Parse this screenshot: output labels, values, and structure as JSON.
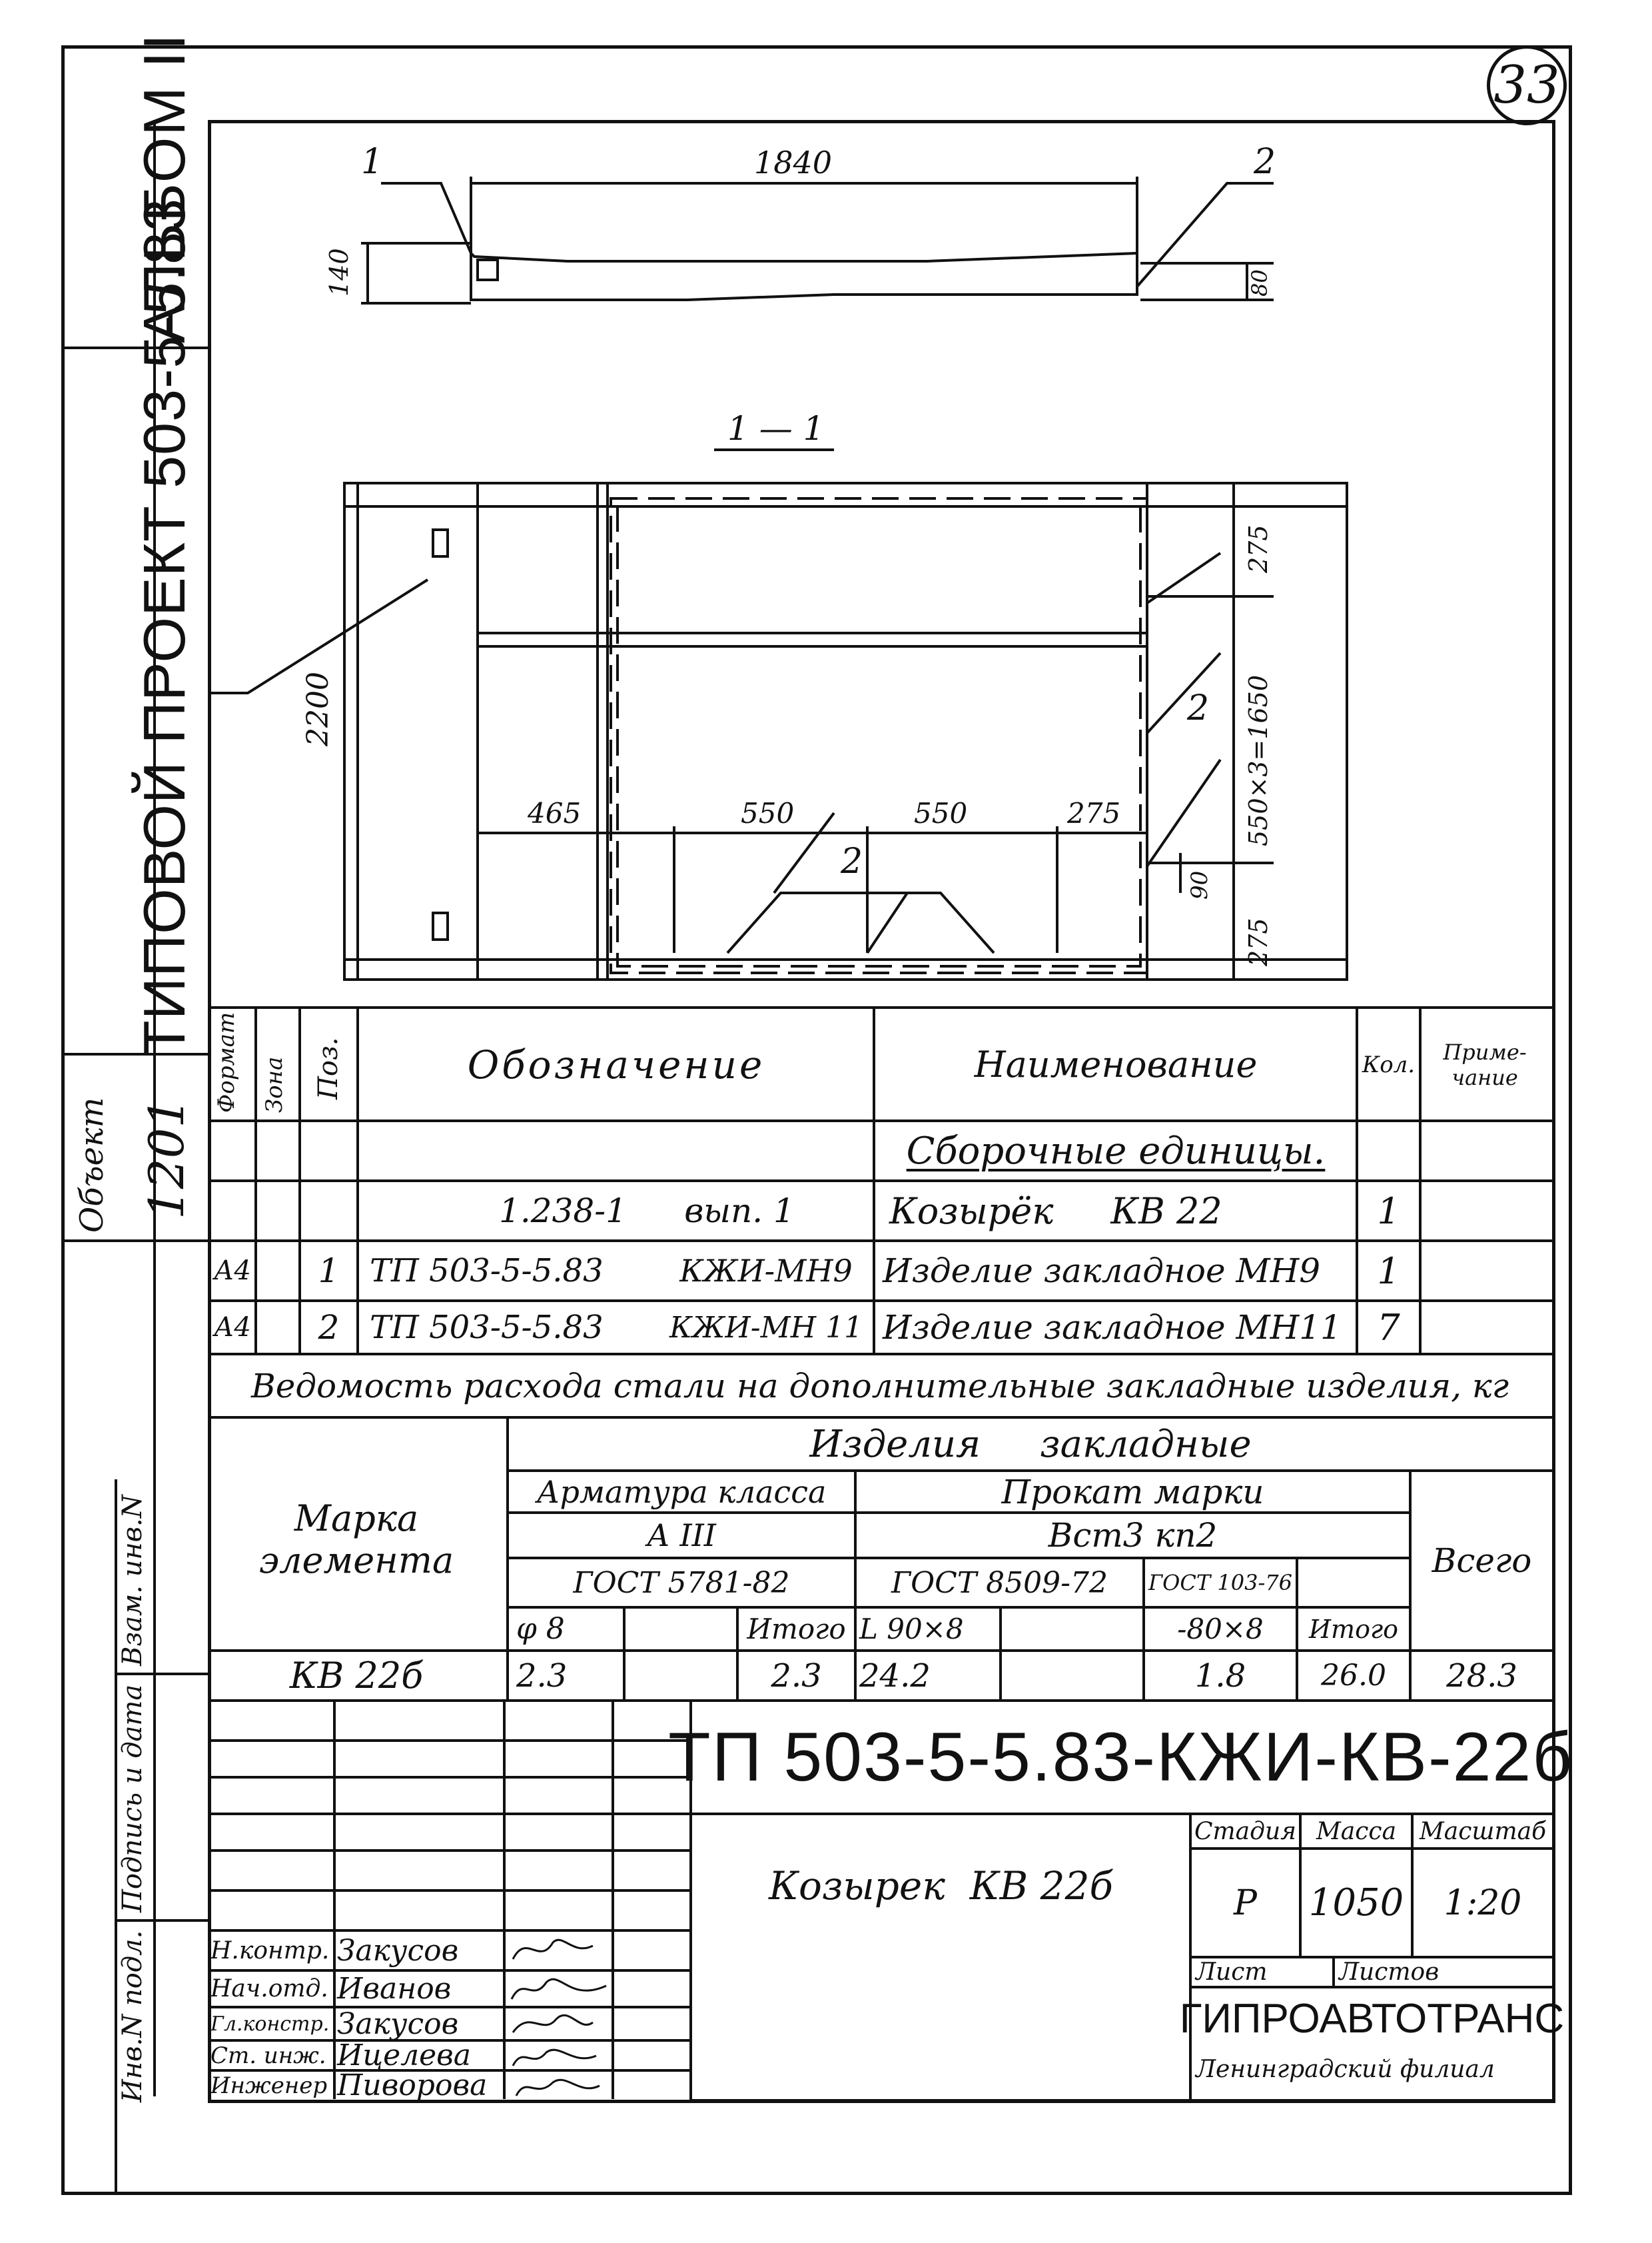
{
  "sheet_number": "33",
  "side": {
    "album": "АЛЬБОМ II",
    "project": "ТИПОВОЙ ПРОЕКТ 503-5-5.83",
    "object_label": "Объект",
    "object_value": "1201",
    "stamps": [
      "Взам. инв.N",
      "Подпись и дата",
      "Инв.N подл."
    ]
  },
  "drawing": {
    "top_dim": "1840",
    "left_dim": "140",
    "right_dim": "80",
    "leader_1": "1",
    "leader_2": "2",
    "section_title": "1 — 1",
    "height_dim": "2200",
    "dims_bottom": [
      "465",
      "550",
      "550",
      "275"
    ],
    "dims_right": [
      "275",
      "550×3=1650",
      "275"
    ],
    "dim_90": "90",
    "leader_1b": "1",
    "leader_2b": "2",
    "leader_2c": "2"
  },
  "spec": {
    "headers": [
      "Формат",
      "Зона",
      "Поз.",
      "Обозначение",
      "Наименование",
      "Кол.",
      "Приме-чание"
    ],
    "section_title": "Сборочные единицы.",
    "rows": [
      {
        "format": "",
        "zone": "",
        "pos": "",
        "designation": "1.238-1",
        "designation_extra": "вып. 1",
        "name": "Козырёк     КВ 22",
        "qty": "1",
        "note": ""
      },
      {
        "format": "А4",
        "zone": "",
        "pos": "1",
        "designation": "ТП 503-5-5.83",
        "designation_extra": "КЖИ-МН9",
        "name": "Изделие закладное МН9",
        "qty": "1",
        "note": ""
      },
      {
        "format": "А4",
        "zone": "",
        "pos": "2",
        "designation": "ТП 503-5-5.83",
        "designation_extra": "КЖИ-МН 11",
        "name": "Изделие закладное МН11",
        "qty": "7",
        "note": ""
      }
    ]
  },
  "steel": {
    "title": "Ведомость расхода стали на дополнительные закладные изделия, кг",
    "mark_header": "Марка элемента",
    "group": "Изделия     закладные",
    "armature": "Арматура класса",
    "armature_class": "А III",
    "rolled": "Прокат марки",
    "rolled_grade": "Вст3 кп2",
    "gost1": "ГОСТ 5781-82",
    "gost2": "ГОСТ 8509-72",
    "gost3": "ГОСТ 103-76",
    "sub": [
      "φ 8",
      "",
      "Итого",
      "L 90×8",
      "",
      "-80×8",
      "Итого"
    ],
    "total_header": "Всего",
    "row": {
      "mark": "КВ 22б",
      "values": [
        "2.3",
        "",
        "2.3",
        "24.2",
        "",
        "1.8",
        "26.0"
      ],
      "total": "28.3"
    }
  },
  "title_block": {
    "code": "ТП 503-5-5.83-КЖИ-КВ-22б",
    "name": "Козырек  КВ 22б",
    "stage_label": "Стадия",
    "mass_label": "Масса",
    "scale_label": "Масштаб",
    "stage": "Р",
    "mass": "1050",
    "scale": "1:20",
    "sheet_label": "Лист",
    "sheets_label": "Листов",
    "org": "ГИПРОАВТОТРАНС",
    "branch": "Ленинградский филиал",
    "signers": [
      {
        "role": "Н.контр.",
        "name": "Закусов"
      },
      {
        "role": "Нач.отд.",
        "name": "Иванов"
      },
      {
        "role": "Гл.констр.",
        "name": "Закусов"
      },
      {
        "role": "Ст. инж.",
        "name": "Ицелева"
      },
      {
        "role": "Инженер",
        "name": "Пиворова"
      }
    ]
  }
}
